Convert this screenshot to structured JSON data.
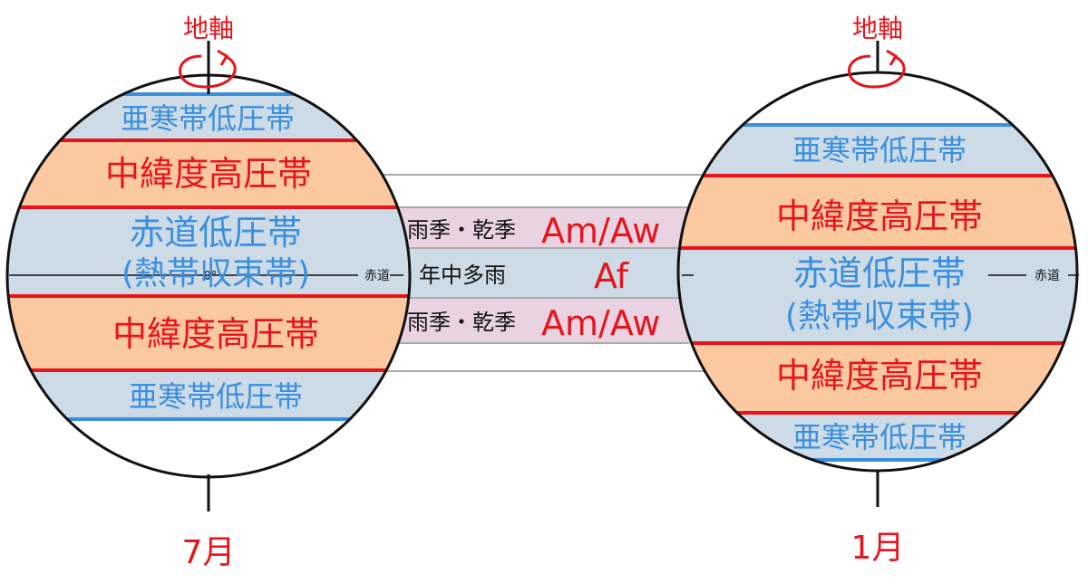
{
  "colors": {
    "red": "#e8141b",
    "blue": "#3a8fde",
    "band_blue": "#cddbe7",
    "band_orange": "#fbc9a1",
    "band_pink": "#e9d3e3",
    "outline": "#111111"
  },
  "left_globe": {
    "axis_label": "地軸",
    "month": "7月",
    "bands": {
      "subarctic_top": "亜寒帯低圧帯",
      "midlat_top": "中緯度高圧帯",
      "equatorial": "赤道低圧帯",
      "equatorial_sub": "(熱帯収束帯)",
      "midlat_bottom": "中緯度高圧帯",
      "subarctic_bottom": "亜寒帯低圧帯"
    },
    "zero_degree": "0°",
    "equator_label": "赤道"
  },
  "right_globe": {
    "axis_label": "地軸",
    "month": "1月",
    "bands": {
      "subarctic_top": "亜寒帯低圧帯",
      "midlat_top": "中緯度高圧帯",
      "equatorial": "赤道低圧帯",
      "equatorial_sub": "(熱帯収束帯)",
      "midlat_bottom": "中緯度高圧帯",
      "subarctic_bottom": "亜寒帯低圧帯"
    },
    "equator_label": "赤道"
  },
  "middle": {
    "wet_dry_top": "雨季・乾季",
    "code_top": "Am/Aw",
    "rain_all_year": "年中多雨",
    "code_mid": "Af",
    "wet_dry_bottom": "雨季・乾季",
    "code_bottom": "Am/Aw"
  }
}
